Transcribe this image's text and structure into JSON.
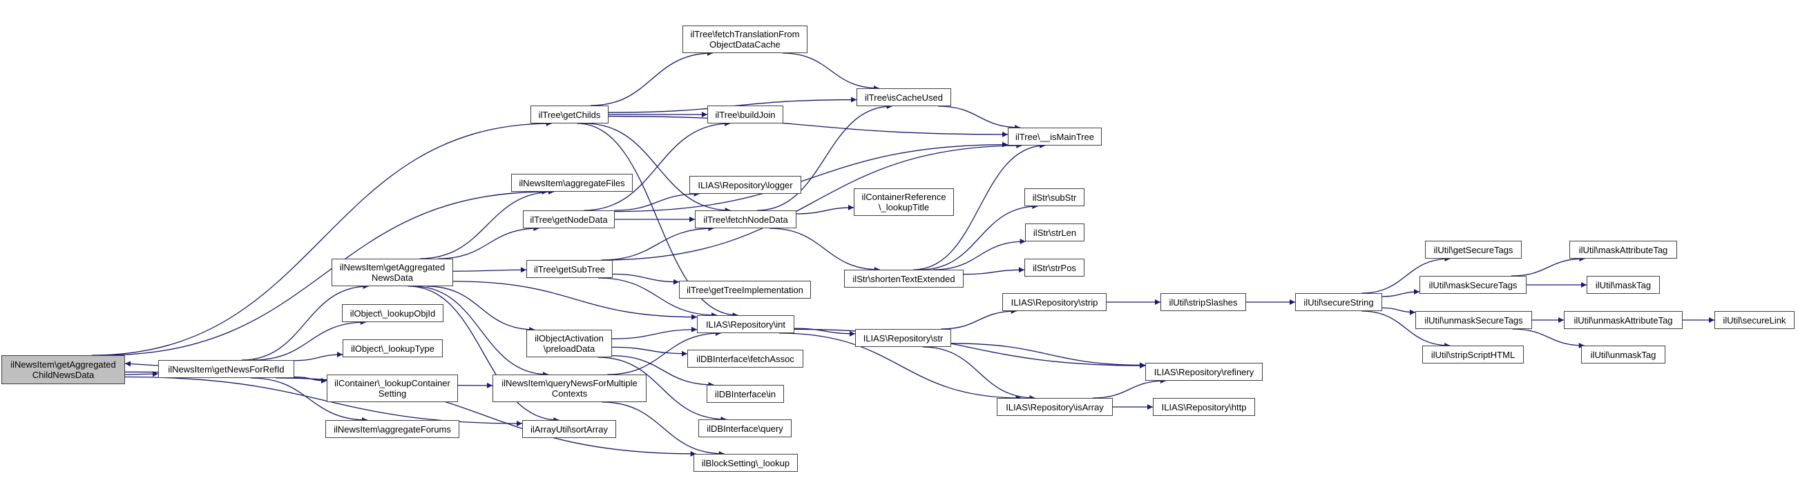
{
  "diagram": {
    "type": "call-graph",
    "edge_color": "#191970",
    "root_fill": "#bfbfbf",
    "nodes": [
      {
        "id": "A",
        "label": "ilNewsItem\\getAggregated\nChildNewsData",
        "root": true
      },
      {
        "id": "B",
        "label": "ilNewsItem\\getNewsForRefId"
      },
      {
        "id": "C",
        "label": "ilNewsItem\\getAggregated\nNewsData"
      },
      {
        "id": "D",
        "label": "ilNewsItem\\aggregateFiles"
      },
      {
        "id": "E",
        "label": "ilTree\\getChilds"
      },
      {
        "id": "F",
        "label": "ilTree\\getNodeData"
      },
      {
        "id": "G",
        "label": "ilTree\\getSubTree"
      },
      {
        "id": "H",
        "label": "ilObject\\_lookupObjId"
      },
      {
        "id": "I",
        "label": "ilObject\\_lookupType"
      },
      {
        "id": "J",
        "label": "ilContainer\\_lookupContainer\nSetting"
      },
      {
        "id": "K",
        "label": "ilNewsItem\\aggregateForums"
      },
      {
        "id": "L",
        "label": "ilObjectActivation\n\\preloadData"
      },
      {
        "id": "M",
        "label": "ilNewsItem\\queryNewsForMultiple\nContexts"
      },
      {
        "id": "N",
        "label": "ilArrayUtil\\sortArray"
      },
      {
        "id": "O",
        "label": "ilTree\\fetchTranslationFrom\nObjectDataCache"
      },
      {
        "id": "P",
        "label": "ilTree\\buildJoin"
      },
      {
        "id": "Q",
        "label": "ILIAS\\Repository\\logger"
      },
      {
        "id": "R",
        "label": "ilTree\\fetchNodeData"
      },
      {
        "id": "S",
        "label": "ilTree\\getTreeImplementation"
      },
      {
        "id": "T",
        "label": "ILIAS\\Repository\\int"
      },
      {
        "id": "U",
        "label": "ilDBInterface\\fetchAssoc"
      },
      {
        "id": "V",
        "label": "ilDBInterface\\in"
      },
      {
        "id": "W",
        "label": "ilDBInterface\\query"
      },
      {
        "id": "X",
        "label": "ilBlockSetting\\_lookup"
      },
      {
        "id": "Y",
        "label": "ilTree\\isCacheUsed"
      },
      {
        "id": "Z",
        "label": "ilTree\\__isMainTree"
      },
      {
        "id": "AA",
        "label": "ilContainerReference\n\\_lookupTitle"
      },
      {
        "id": "AB",
        "label": "ilStr\\shortenTextExtended"
      },
      {
        "id": "AC",
        "label": "ILIAS\\Repository\\str"
      },
      {
        "id": "AD",
        "label": "ilStr\\subStr"
      },
      {
        "id": "AE",
        "label": "ilStr\\strLen"
      },
      {
        "id": "AF",
        "label": "ilStr\\strPos"
      },
      {
        "id": "AG",
        "label": "ILIAS\\Repository\\strip"
      },
      {
        "id": "AH",
        "label": "ilUtil\\stripSlashes"
      },
      {
        "id": "AI",
        "label": "ILIAS\\Repository\\refinery"
      },
      {
        "id": "AJ",
        "label": "ILIAS\\Repository\\isArray"
      },
      {
        "id": "AK",
        "label": "ILIAS\\Repository\\http"
      },
      {
        "id": "AL",
        "label": "ilUtil\\secureString"
      },
      {
        "id": "AM",
        "label": "ilUtil\\getSecureTags"
      },
      {
        "id": "AN",
        "label": "ilUtil\\maskSecureTags"
      },
      {
        "id": "AO",
        "label": "ilUtil\\unmaskSecureTags"
      },
      {
        "id": "AP",
        "label": "ilUtil\\stripScriptHTML"
      },
      {
        "id": "AQ",
        "label": "ilUtil\\maskAttributeTag"
      },
      {
        "id": "AR",
        "label": "ilUtil\\maskTag"
      },
      {
        "id": "AS",
        "label": "ilUtil\\unmaskAttributeTag"
      },
      {
        "id": "AT",
        "label": "ilUtil\\unmaskTag"
      },
      {
        "id": "AU",
        "label": "ilUtil\\secureLink"
      }
    ],
    "edges": [
      [
        "A",
        "B"
      ],
      [
        "B",
        "A"
      ],
      [
        "A",
        "E"
      ],
      [
        "A",
        "D"
      ],
      [
        "A",
        "M"
      ],
      [
        "A",
        "N"
      ],
      [
        "B",
        "C"
      ],
      [
        "B",
        "H"
      ],
      [
        "B",
        "I"
      ],
      [
        "B",
        "J"
      ],
      [
        "B",
        "K"
      ],
      [
        "B",
        "X"
      ],
      [
        "C",
        "D"
      ],
      [
        "C",
        "F"
      ],
      [
        "C",
        "G"
      ],
      [
        "C",
        "L"
      ],
      [
        "C",
        "M"
      ],
      [
        "C",
        "N"
      ],
      [
        "C",
        "T"
      ],
      [
        "E",
        "O"
      ],
      [
        "E",
        "Y"
      ],
      [
        "E",
        "P"
      ],
      [
        "E",
        "Z"
      ],
      [
        "E",
        "R"
      ],
      [
        "E",
        "T"
      ],
      [
        "F",
        "P"
      ],
      [
        "F",
        "Q"
      ],
      [
        "F",
        "R"
      ],
      [
        "F",
        "Z"
      ],
      [
        "G",
        "R"
      ],
      [
        "G",
        "S"
      ],
      [
        "G",
        "T"
      ],
      [
        "G",
        "Z"
      ],
      [
        "L",
        "T"
      ],
      [
        "L",
        "U"
      ],
      [
        "L",
        "V"
      ],
      [
        "L",
        "W"
      ],
      [
        "M",
        "T"
      ],
      [
        "M",
        "X"
      ],
      [
        "O",
        "Y"
      ],
      [
        "Y",
        "Z"
      ],
      [
        "R",
        "Y"
      ],
      [
        "R",
        "AA"
      ],
      [
        "R",
        "AB"
      ],
      [
        "AB",
        "AD"
      ],
      [
        "AB",
        "AE"
      ],
      [
        "AB",
        "AF"
      ],
      [
        "AB",
        "Z"
      ],
      [
        "T",
        "AC"
      ],
      [
        "T",
        "AI"
      ],
      [
        "T",
        "AJ"
      ],
      [
        "AC",
        "AG"
      ],
      [
        "AC",
        "AI"
      ],
      [
        "AC",
        "AJ"
      ],
      [
        "AG",
        "AH"
      ],
      [
        "AH",
        "AL"
      ],
      [
        "AJ",
        "AI"
      ],
      [
        "AJ",
        "AK"
      ],
      [
        "AL",
        "AM"
      ],
      [
        "AL",
        "AN"
      ],
      [
        "AL",
        "AO"
      ],
      [
        "AL",
        "AP"
      ],
      [
        "AN",
        "AQ"
      ],
      [
        "AN",
        "AR"
      ],
      [
        "AO",
        "AS"
      ],
      [
        "AO",
        "AT"
      ],
      [
        "AS",
        "AU"
      ]
    ]
  }
}
